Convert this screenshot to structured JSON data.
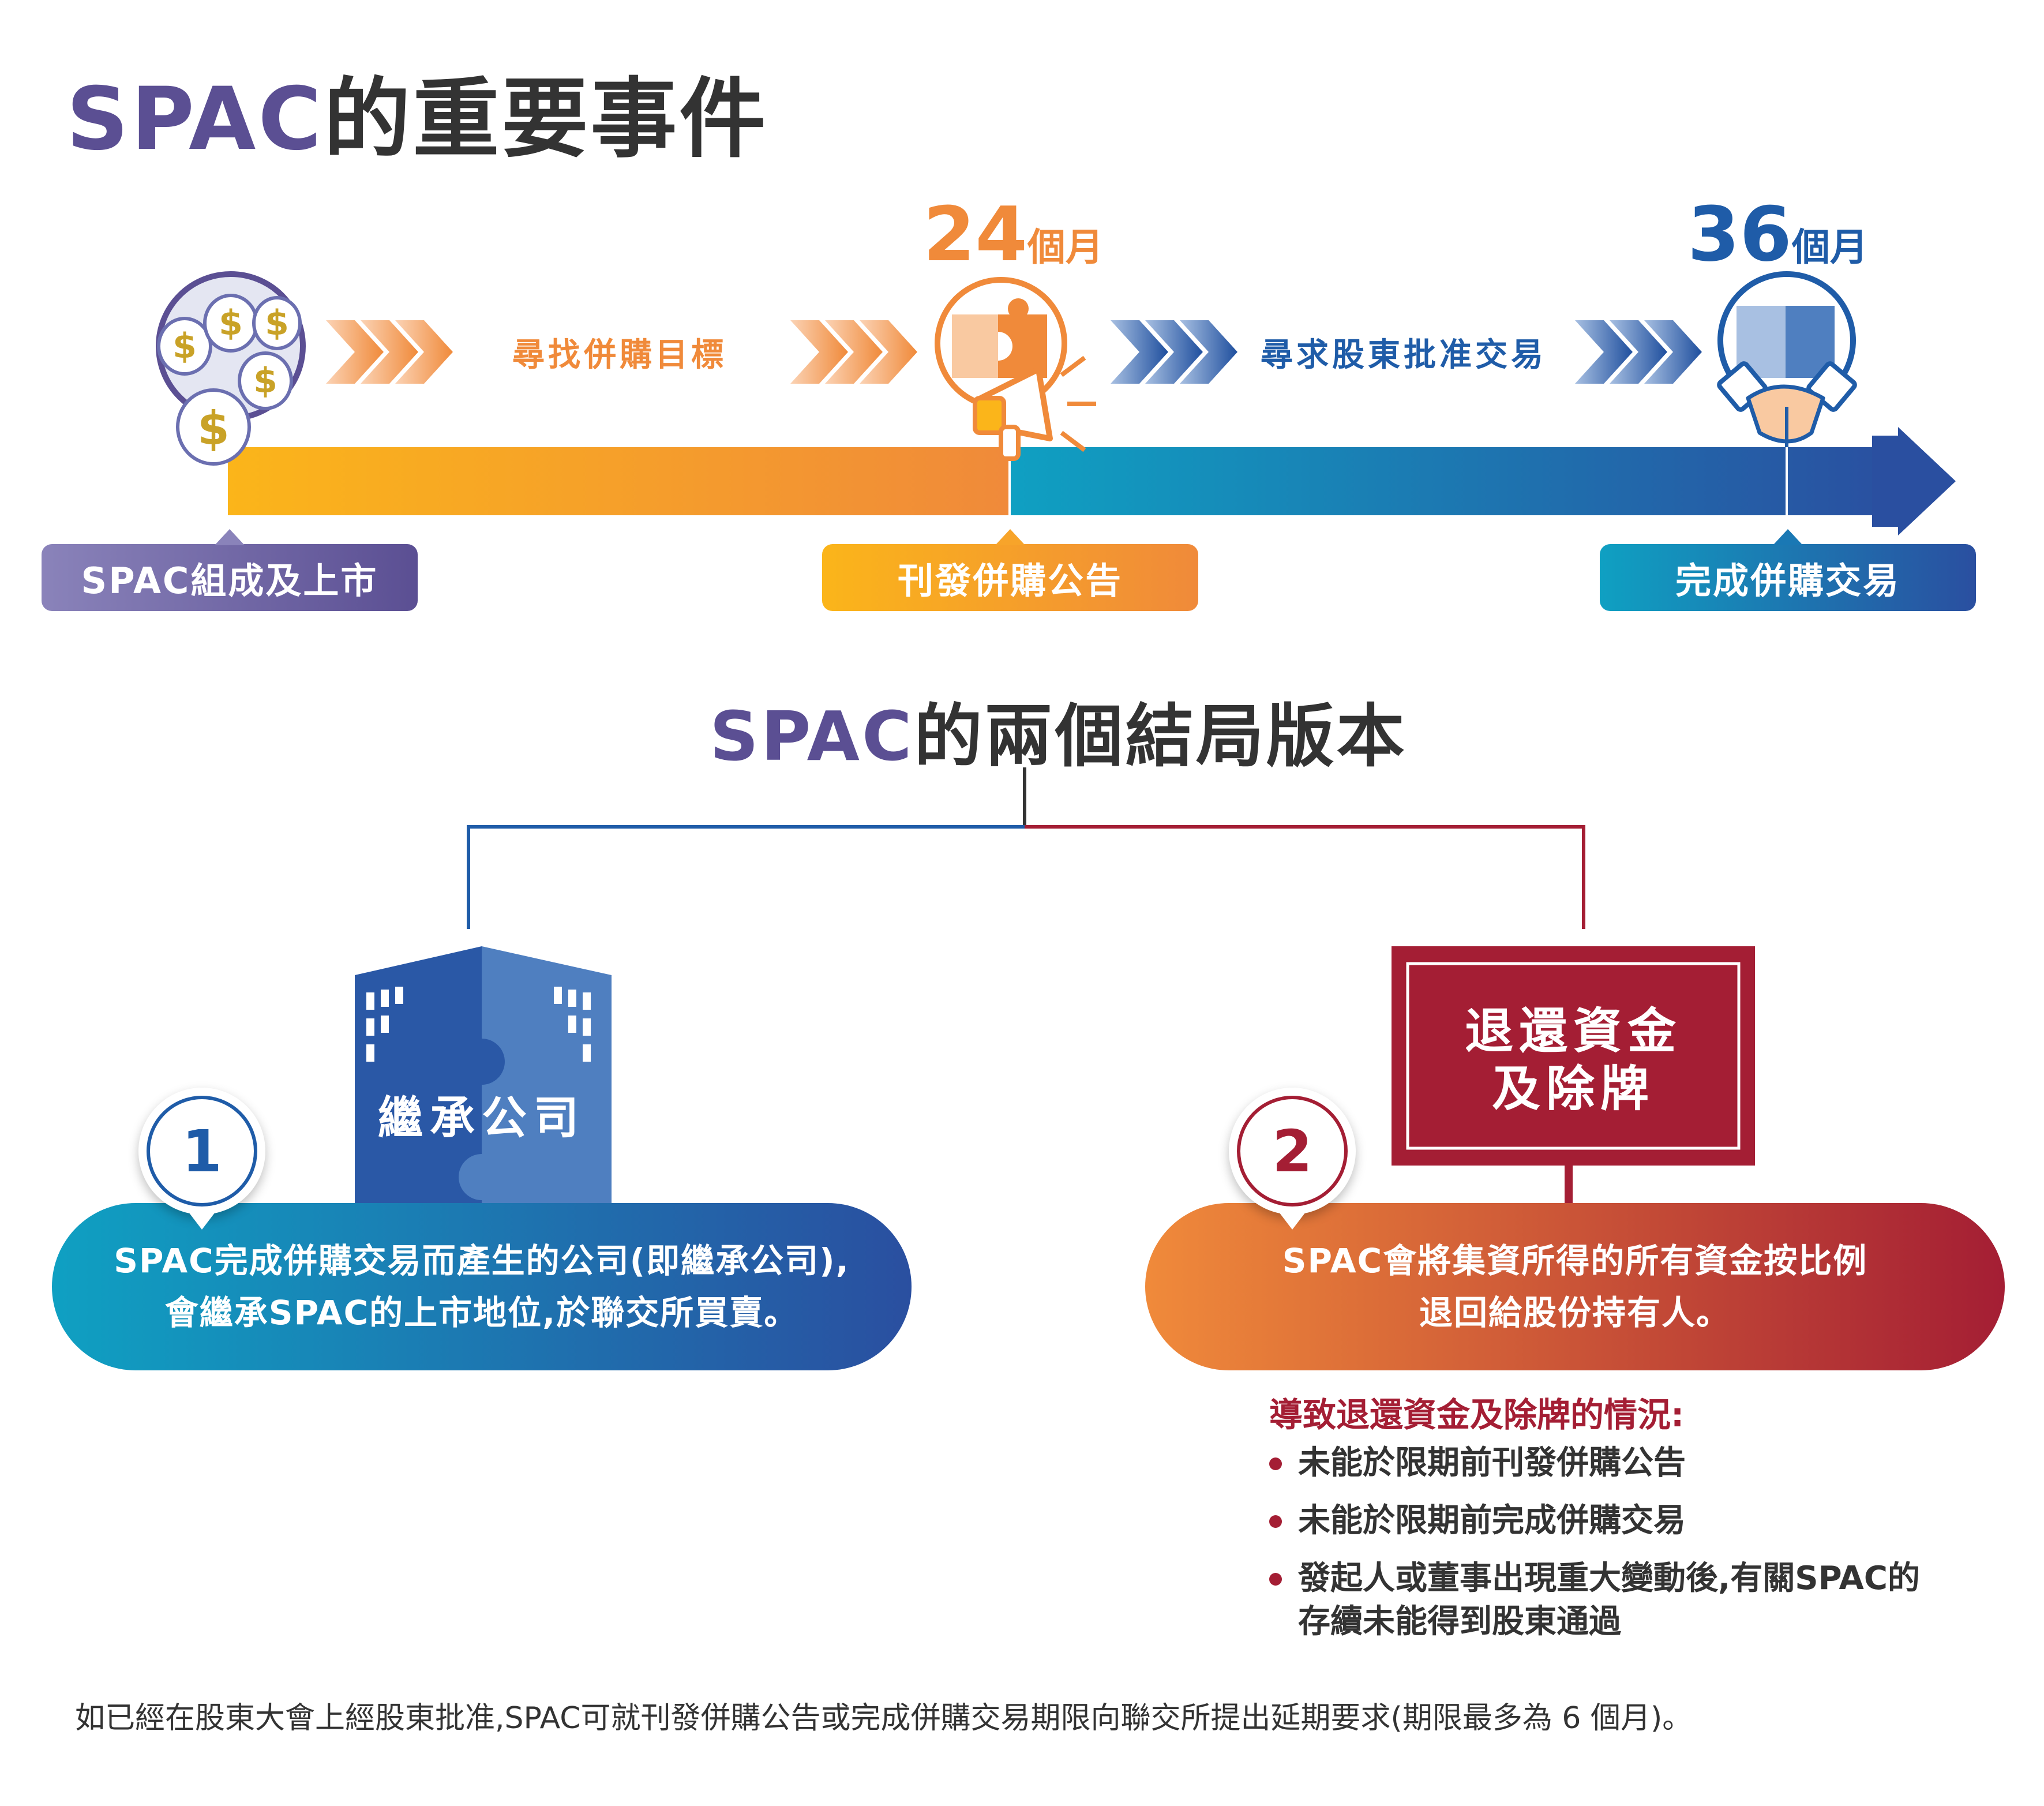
{
  "title1": {
    "accent": "SPAC",
    "rest": "的重要事件"
  },
  "timeline": {
    "arrow_label_1": "尋找併購目標",
    "arrow_label_2": "尋求股東批准交易",
    "month_24_num": "24",
    "month_24_unit": "個月",
    "month_36_num": "36",
    "month_36_unit": "個月",
    "tag_1": "SPAC組成及上市",
    "tag_2": "刊發併購公告",
    "tag_3": "完成併購交易"
  },
  "title2": {
    "accent": "SPAC",
    "rest": "的兩個結局版本"
  },
  "outcome1": {
    "number": "1",
    "building_label": "繼承公司",
    "line1": "SPAC完成併購交易而產生的公司(即繼承公司),",
    "line2": "會繼承SPAC的上市地位,於聯交所買賣。"
  },
  "outcome2": {
    "number": "2",
    "sign_line1": "退還資金",
    "sign_line2": "及除牌",
    "line1": "SPAC會將集資所得的所有資金按比例",
    "line2": "退回給股份持有人。",
    "reasons_title": "導致退還資金及除牌的情況:",
    "reasons": [
      "未能於限期前刊發併購公告",
      "未能於限期前完成併購交易",
      "發起人或董事出現重大變動後,有關SPAC的",
      "存續未能得到股東通過"
    ]
  },
  "footnote": "如已經在股東大會上經股東批准,SPAC可就刊發併購公告或完成併購交易期限向聯交所提出延期要求(期限最多為 6 個月)。",
  "colors": {
    "purple": "#5b4f93",
    "orange": "#f08a3a",
    "blue": "#1f5ca8",
    "teal": "#0fa0c2",
    "red": "#a41e34"
  }
}
